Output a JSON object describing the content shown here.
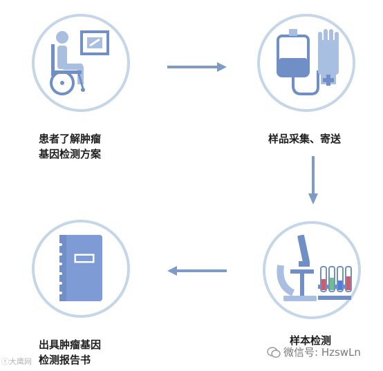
{
  "steps": [
    {
      "id": "step1",
      "line1": "患者了解肿瘤",
      "line2": "基因检测方案",
      "icon": "patient-wheelchair-icon"
    },
    {
      "id": "step2",
      "line1": "样品采集、寄送",
      "line2": "",
      "icon": "blood-bag-glove-icon"
    },
    {
      "id": "step3",
      "line1": "样本检测",
      "line2": "",
      "icon": "microscope-test-tubes-icon"
    },
    {
      "id": "step4",
      "line1": "出具肿瘤基因",
      "line2": "检测报告书",
      "icon": "report-book-icon"
    }
  ],
  "watermark": {
    "left_text": "ⓣ大鹰网",
    "right_text": "微信号: HzswLn"
  },
  "colors": {
    "ring": "#c4d6e8",
    "icon_blue": "#6f8fc6",
    "icon_light": "#a9bfe2",
    "arrow": "#7e9bc6",
    "text": "#1f1f1f"
  }
}
